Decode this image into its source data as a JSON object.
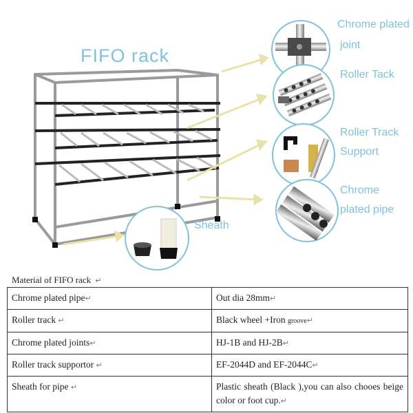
{
  "figure": {
    "title": "FIFO  rack",
    "callouts": {
      "chrome_joint_line1": "Chrome plated",
      "chrome_joint_line2": "joint",
      "roller_tack": "Roller Tack",
      "roller_track_support_line1": "Roller Track",
      "roller_track_support_line2": "Support",
      "chrome_pipe_line1": "Chrome",
      "chrome_pipe_line2": "plated pipe",
      "sheath": "Sheath"
    },
    "colors": {
      "callout_text": "#7ec3d8",
      "arrow": "#e8e2a8",
      "circle_border": "#7ec3d8"
    }
  },
  "caption": {
    "text": "Material of FIFO rack ",
    "mark": "↵"
  },
  "table": {
    "rows": [
      {
        "name": "Chrome plated pipe",
        "name_mark": "↵",
        "value": "Out dia 28mm",
        "value_mark": "↵"
      },
      {
        "name": "Roller track  ",
        "name_mark": "↵",
        "value": "Black wheel +Iron ",
        "value_small": "groove",
        "value_mark": "↵"
      },
      {
        "name": "Chrome plated joints",
        "name_mark": "↵",
        "value": "HJ-1B and HJ-2B",
        "value_mark": "↵"
      },
      {
        "name": "Roller track supportor  ",
        "name_mark": "↵",
        "value": "EF-2044D and EF-2044C",
        "value_mark": "↵"
      },
      {
        "name": "Sheath for pipe  ",
        "name_mark": "↵",
        "value": "Plastic sheath (Black ),you can also chooes beige color or foot cup.",
        "value_mark": "↵"
      }
    ]
  }
}
